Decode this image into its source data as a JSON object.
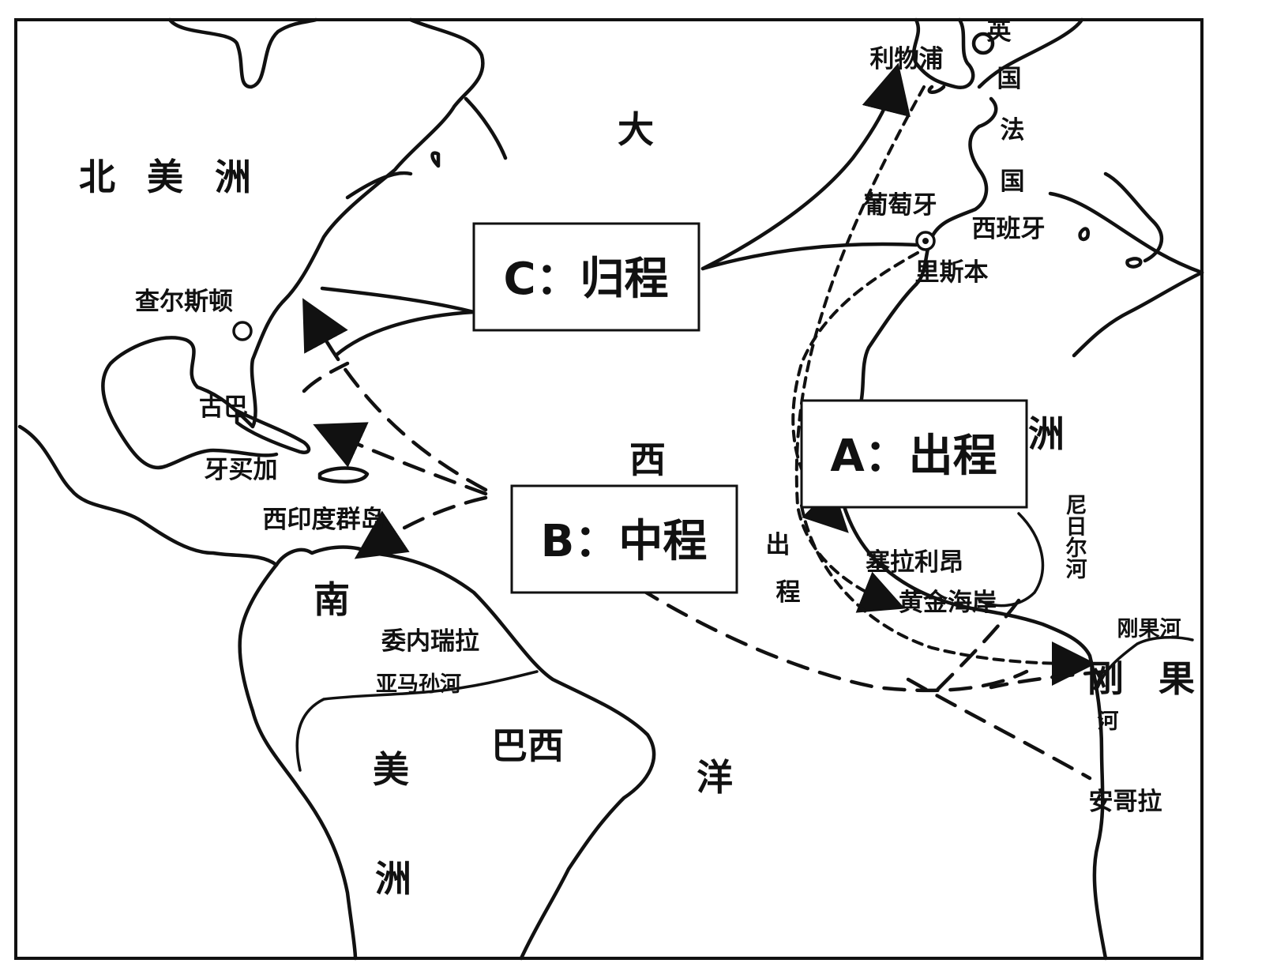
{
  "regions": {
    "north_america": "北 美 洲",
    "south_america_1": "南",
    "south_america_2": "美",
    "south_america_3": "洲",
    "ocean_1": "大",
    "ocean_2": "西",
    "ocean_3": "洋",
    "africa_1": "洲"
  },
  "places": {
    "charleston": "查尔斯顿",
    "cuba": "古巴",
    "jamaica": "牙买加",
    "west_indies": "西印度群岛",
    "venezuela": "委内瑞拉",
    "amazon": "亚马孙河",
    "brazil": "巴西",
    "liverpool": "利物浦",
    "england_1": "英",
    "england_2": "国",
    "france_1": "法",
    "france_2": "国",
    "portugal": "葡萄牙",
    "spain": "西班牙",
    "lisbon": "里斯本",
    "niger": "尼日尔河",
    "sierra_leone": "塞拉利昂",
    "gold_coast": "黄金海岸",
    "congo_river": "刚果河",
    "congo_1": "刚",
    "congo_2": "果",
    "congo_3": "河",
    "angola": "安哥拉",
    "outbound_1": "出",
    "outbound_2": "程"
  },
  "boxes": {
    "a": "A：出程",
    "b": "B：中程",
    "c": "C：归程"
  },
  "colors": {
    "ink": "#111111",
    "paper": "#ffffff"
  }
}
